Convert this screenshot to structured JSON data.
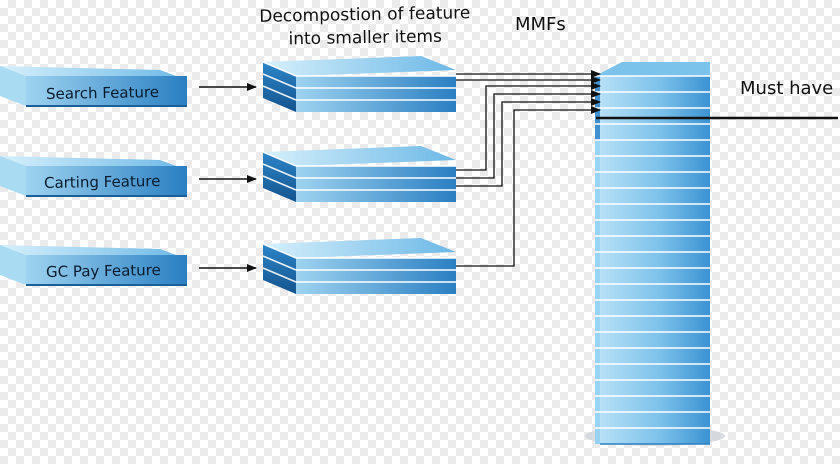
{
  "heading": {
    "line1": "Decompostion of feature",
    "line2": "into smaller items"
  },
  "mmfs_label": "MMFs",
  "must_have_label": "Must have",
  "features": [
    {
      "label": "Search Feature"
    },
    {
      "label": "Carting Feature"
    },
    {
      "label": "GC Pay Feature"
    }
  ],
  "colors": {
    "slab_light": "#bfe4f7",
    "slab_mid": "#4a9fd8",
    "slab_dark": "#1d6fb0",
    "line": "#111111"
  }
}
